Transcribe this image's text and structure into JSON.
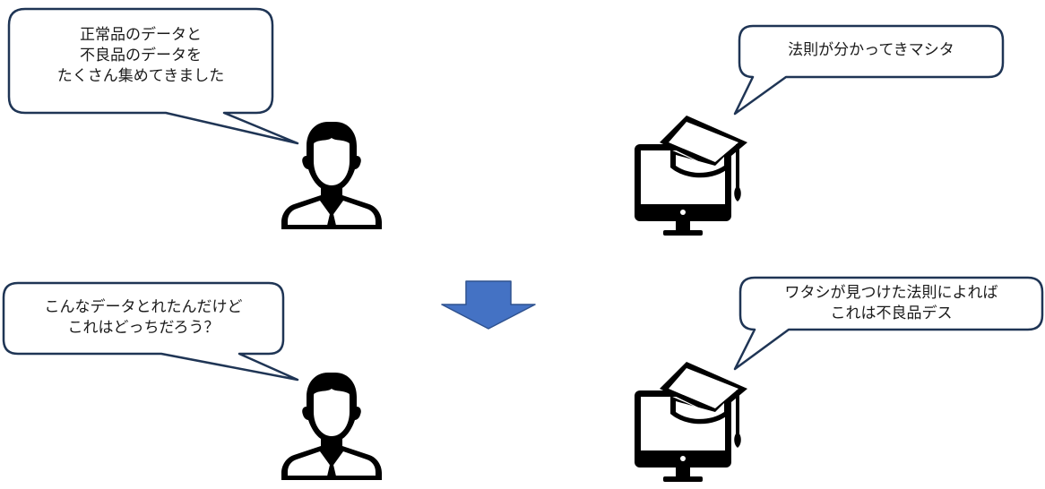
{
  "scenes": {
    "top": {
      "person_bubble": {
        "lines": [
          "正常品のデータと",
          "不良品のデータを",
          "たくさん集めてきました"
        ]
      },
      "ai_bubble": {
        "lines": [
          "法則が分かってきマシタ"
        ]
      }
    },
    "bottom": {
      "person_bubble": {
        "lines": [
          "こんなデータとれたんだけど",
          "これはどっちだろう？"
        ]
      },
      "ai_bubble": {
        "lines": [
          "ワタシが見つけた法則によれば",
          "これは不良品デス"
        ]
      }
    }
  },
  "colors": {
    "bubble_stroke": "#1f3555",
    "icon": "#000000",
    "arrow_fill": "#4472c4",
    "arrow_stroke": "#2f528f"
  },
  "icons": {
    "person": "businessman-icon",
    "ai": "graduate-computer-icon",
    "flow": "down-arrow-icon"
  }
}
